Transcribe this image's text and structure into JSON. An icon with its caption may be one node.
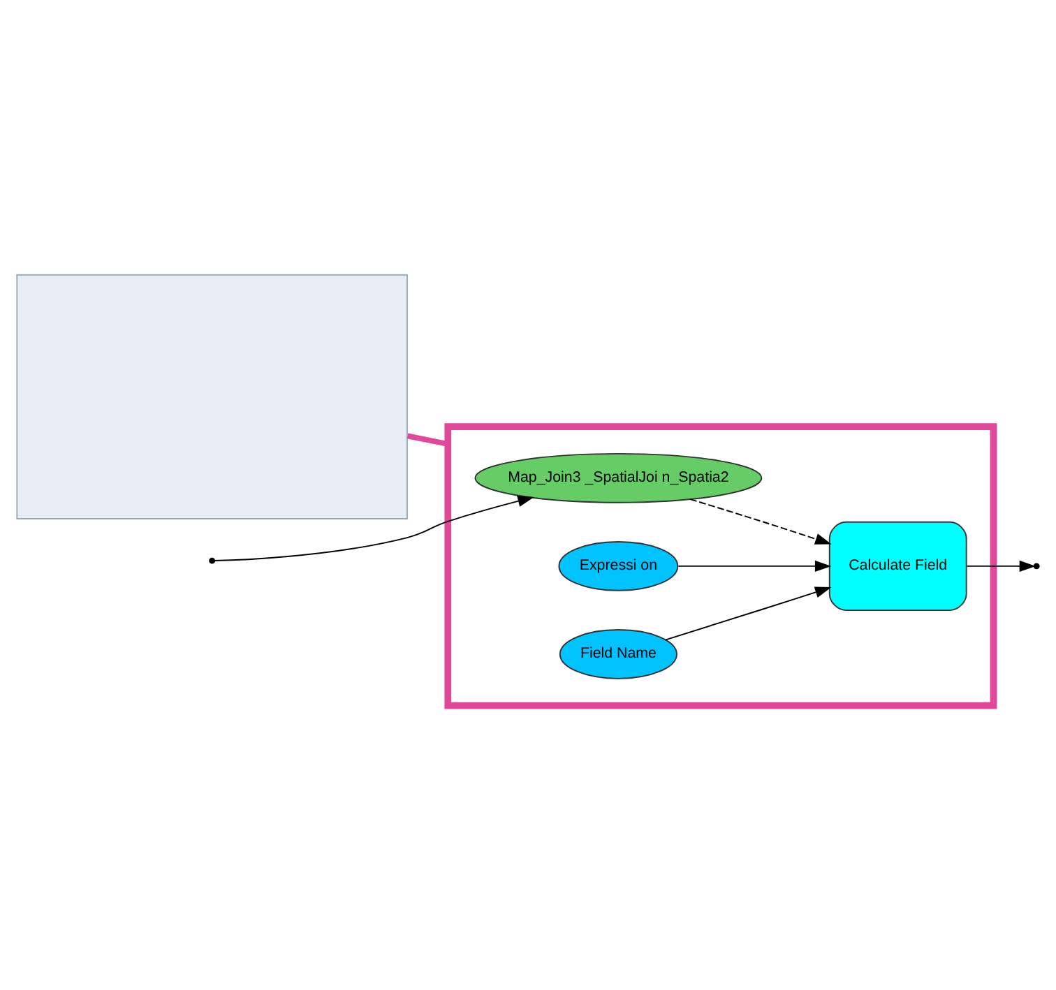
{
  "diagram": {
    "nodes": [
      {
        "text": [],
        "shape": "box"
      },
      {
        "text": [],
        "shape": "box"
      },
      {
        "text": [
          "Map_Join3 _SpatialJoi n_Spatia2"
        ],
        "in": 1
      },
      {
        "text": [
          "Expressi on"
        ],
        "in": 1
      },
      {
        "text": [
          "Field Name"
        ],
        "in": 1
      },
      {
        "text": [
          "Calculate Field"
        ],
        "in": 1
      }
    ],
    "edges": [
      {
        "from": 0,
        "to": 1,
        "arrow": "none",
        "color": "#e0489a",
        "style": "thick"
      },
      {
        "from": null,
        "to": 2,
        "arrow": "to"
      },
      {
        "from": 2,
        "to": 5,
        "arrow": "to",
        "style": "dashed"
      },
      {
        "from": 3,
        "to": 5,
        "arrow": "to"
      },
      {
        "from": 4,
        "to": 5,
        "arrow": "to"
      },
      {
        "from": 5,
        "to": null,
        "arrow": "to"
      }
    ]
  }
}
